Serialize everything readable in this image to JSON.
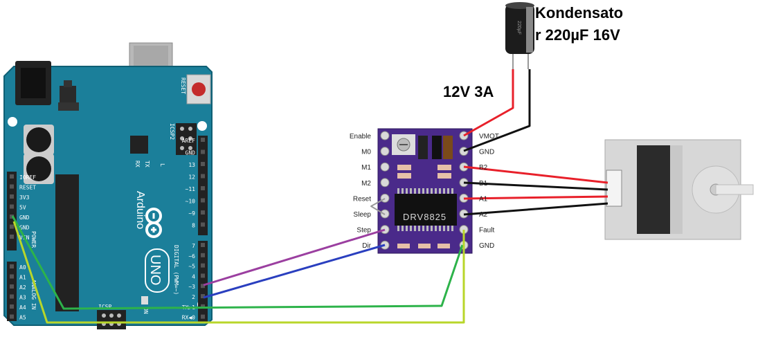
{
  "capacitor": {
    "label_line1": "Kondensato",
    "label_line2": "r 220µF 16V",
    "body_print": "220µF"
  },
  "power_label": "12V 3A",
  "driver": {
    "chip_label": "DRV8825",
    "left_pins": [
      "Enable",
      "M0",
      "M1",
      "M2",
      "Reset",
      "Sleep",
      "Step",
      "Dir"
    ],
    "right_pins": [
      "VMOT",
      "GND",
      "B2",
      "B1",
      "A1",
      "A2",
      "Fault",
      "GND"
    ]
  },
  "arduino": {
    "brand": "Arduino",
    "model": "UNO",
    "reset_label": "RESET",
    "icsp2_label": "ICSP2",
    "icsp_label": "ICSP",
    "on_label": "ON",
    "tx_label": "TX",
    "rx_label": "RX",
    "l_label": "L",
    "digital_label": "DIGITAL (PWM=~)",
    "power_label": "POWER",
    "analog_label": "ANALOG IN",
    "power_pins": [
      "IOREF",
      "RESET",
      "3V3",
      "5V",
      "GND",
      "GND",
      "VIN"
    ],
    "analog_pins": [
      "A0",
      "A1",
      "A2",
      "A3",
      "A4",
      "A5"
    ],
    "digital_pins_top": [
      "AREF",
      "GND",
      "13",
      "12",
      "~11",
      "~10",
      "~9",
      "8"
    ],
    "digital_pins_bottom": [
      "7",
      "~6",
      "~5",
      "4",
      "~3",
      "2",
      "TX▶1",
      "RX◀0"
    ]
  },
  "wire_colors": {
    "red": "#e8202a",
    "black": "#111111",
    "purple": "#9b3fa0",
    "blue": "#2a3fbf",
    "green": "#2db34a",
    "yellow_green": "#b8d62a"
  },
  "board_colors": {
    "arduino_teal": "#1b7f9a",
    "driver_purple": "#4a2a8a"
  }
}
